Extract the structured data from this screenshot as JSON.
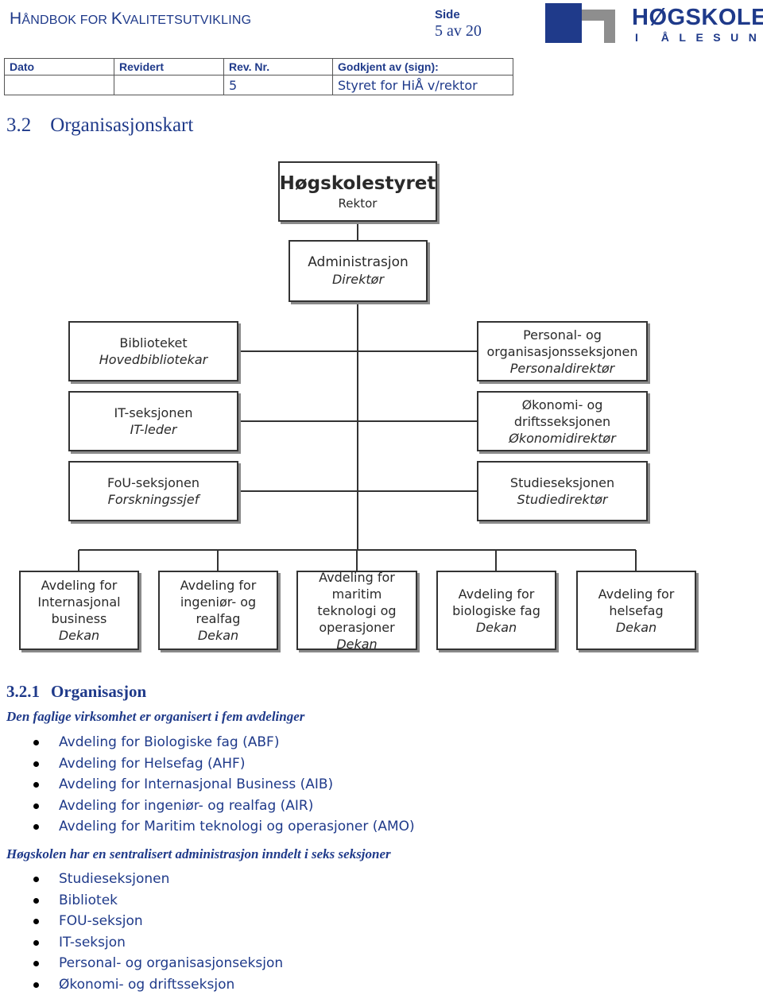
{
  "header": {
    "title_parts": [
      {
        "big": "H",
        "small": "ÅNDBOK FOR "
      },
      {
        "big": "K",
        "small": "VALITETSUTVIKLING"
      }
    ],
    "side_label": "Side",
    "side_value": "5 av 20",
    "logo": {
      "name": "HØGSKOLEN",
      "sub": "I ÅLESUND",
      "color": "#1f3a8a"
    }
  },
  "meta_table": {
    "headers": [
      "Dato",
      "Revidert",
      "Rev. Nr.",
      "Godkjent av (sign):"
    ],
    "values": [
      "",
      "",
      "5",
      "Styret for HiÅ v/rektor"
    ]
  },
  "section": {
    "number": "3.2",
    "title": "Organisasjonskart"
  },
  "org_chart": {
    "top": {
      "title": "Høgskolestyret",
      "role": "Rektor"
    },
    "admin": {
      "title": "Administrasjon",
      "role": "Direktør"
    },
    "left_units": [
      {
        "title": "Biblioteket",
        "role": "Hovedbibliotekar"
      },
      {
        "title": "IT-seksjonen",
        "role": "IT-leder"
      },
      {
        "title": "FoU-seksjonen",
        "role": "Forskningssjef"
      }
    ],
    "right_units": [
      {
        "title": "Personal- og organisasjonsseksjonen",
        "role": "Personaldirektør"
      },
      {
        "title": "Økonomi- og driftsseksjonen",
        "role": "Økonomidirektør"
      },
      {
        "title": "Studieseksjonen",
        "role": "Studiedirektør"
      }
    ],
    "departments": [
      {
        "title": "Avdeling for Internasjonal business",
        "role": "Dekan"
      },
      {
        "title": "Avdeling for ingeniør- og realfag",
        "role": "Dekan"
      },
      {
        "title": "Avdeling for maritim teknologi og operasjoner",
        "role": "Dekan"
      },
      {
        "title": "Avdeling for biologiske fag",
        "role": "Dekan"
      },
      {
        "title": "Avdeling for helsefag",
        "role": "Dekan"
      }
    ]
  },
  "subsection": {
    "number": "3.2.1",
    "title": "Organisasjon"
  },
  "body": {
    "lead1": "Den faglige virksomhet er organisert i fem avdelinger",
    "list1": [
      "Avdeling for Biologiske fag (ABF)",
      "Avdeling for Helsefag (AHF)",
      "Avdeling for Internasjonal Business (AIB)",
      "Avdeling for ingeniør- og realfag (AIR)",
      "Avdeling for Maritim teknologi og operasjoner (AMO)"
    ],
    "lead2": "Høgskolen har en sentralisert administrasjon inndelt i seks seksjoner",
    "list2": [
      "Studieseksjonen",
      "Bibliotek",
      "FOU-seksjon",
      "IT-seksjon",
      "Personal- og organisasjonseksjon",
      "Økonomi- og driftsseksjon"
    ]
  }
}
